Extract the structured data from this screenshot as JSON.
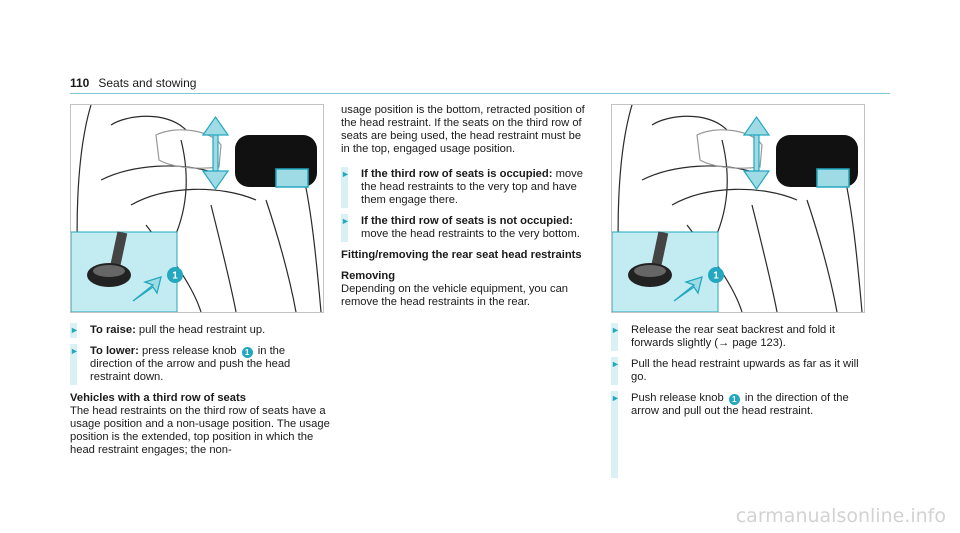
{
  "header": {
    "page_number": "110",
    "section_title": "Seats and stowing"
  },
  "colors": {
    "accent": "#23a8bf",
    "callout_bg": "#c3ecf2",
    "rule": "#7fc9d6"
  },
  "figures": {
    "callout_number": "1"
  },
  "left_column": {
    "raise_label": "To raise:",
    "raise_text": "pull the head restraint up.",
    "lower_label": "To lower:",
    "lower_text_before": "press release knob",
    "lower_knob": "1",
    "lower_text_after": "in the direction of the arrow and push the head restraint down.",
    "third_row_heading": "Vehicles with a third row of seats",
    "third_row_text": "The head restraints on the third row of seats have a usage position and a non-usage position. The usage position is the extended, top position in which the head restraint engages; the non-"
  },
  "middle_column": {
    "continuation": "usage position is the bottom, retracted position of the head restraint. If the seats on the third row of seats are being used, the head restraint must be in the top, engaged usage position.",
    "occupied_label": "If the third row of seats is occupied:",
    "occupied_text": "move the head restraints to the very top and have them engage there.",
    "not_occupied_label": "If the third row of seats is not occupied:",
    "not_occupied_text": "move the head restraints to the very bottom.",
    "fitting_heading": "Fitting/removing the rear seat head restraints",
    "removing_heading": "Removing",
    "removing_text": "Depending on the vehicle equipment, you can remove the head restraints in the rear."
  },
  "right_column": {
    "step1_text": "Release the rear seat backrest and fold it forwards slightly (→ page 123).",
    "step2_text": "Pull the head restraint upwards as far as it will go.",
    "step3_before": "Push release knob",
    "step3_knob": "1",
    "step3_after": "in the direction of the arrow and pull out the head restraint."
  },
  "watermark": "carmanualsonline.info"
}
